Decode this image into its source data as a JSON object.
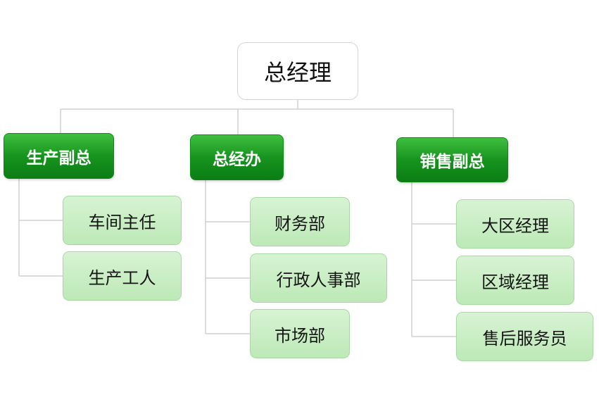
{
  "org_chart": {
    "root": {
      "label": "总经理"
    },
    "branches": [
      {
        "label": "生产副总",
        "children": [
          {
            "label": "车间主任"
          },
          {
            "label": "生产工人"
          }
        ]
      },
      {
        "label": "总经办",
        "children": [
          {
            "label": "财务部"
          },
          {
            "label": "行政人事部"
          },
          {
            "label": "市场部"
          }
        ]
      },
      {
        "label": "销售副总",
        "children": [
          {
            "label": "大区经理"
          },
          {
            "label": "区域经理"
          },
          {
            "label": "售后服务员"
          }
        ]
      }
    ]
  },
  "colors": {
    "head_green": "#17941f",
    "leaf_green": "#c6ecc1",
    "connector": "#c8c8c8"
  }
}
